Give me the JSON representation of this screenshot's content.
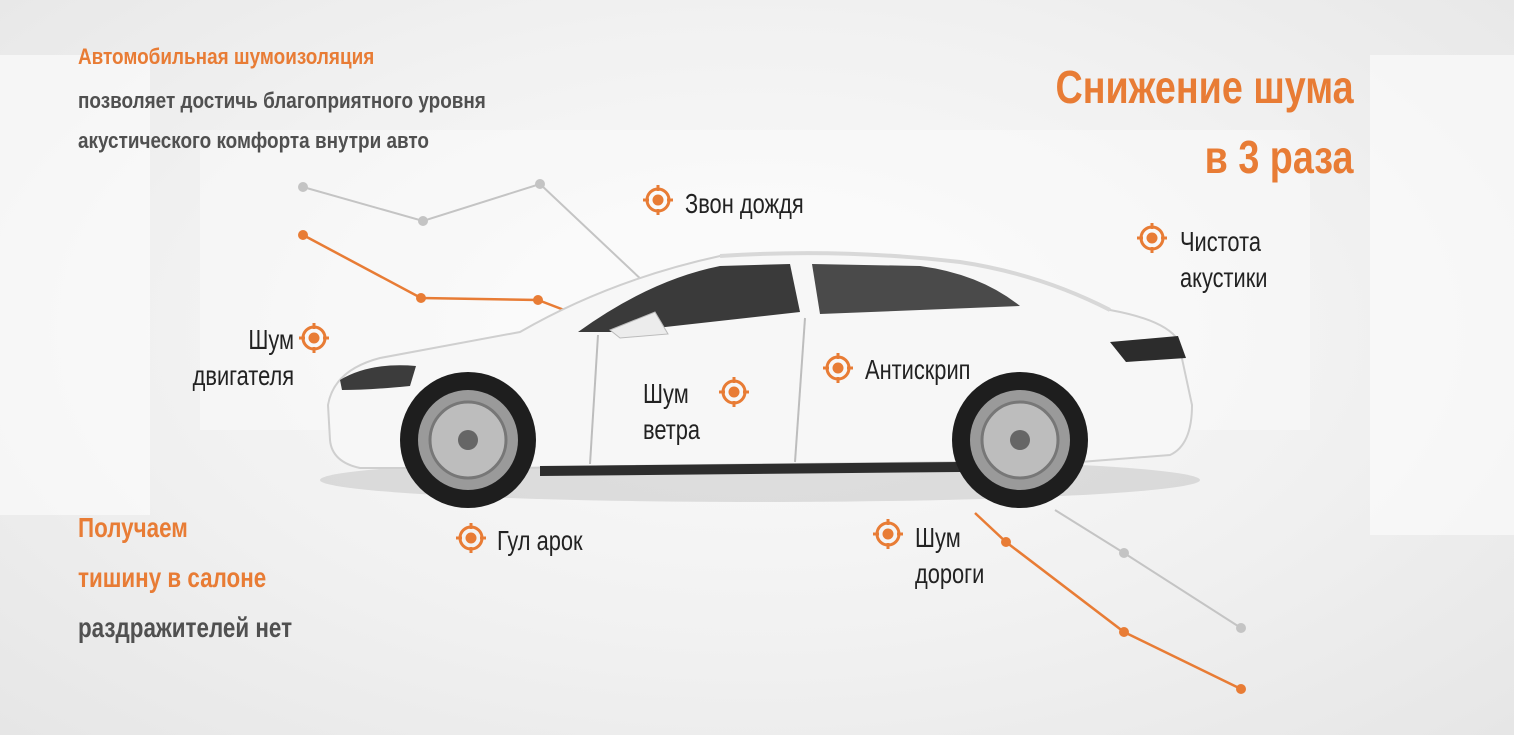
{
  "intro": {
    "line1": "Автомобильная шумоизоляция",
    "line2": "позволяет достичь благоприятного уровня",
    "line3": "акустического комфорта внутри авто"
  },
  "headline": {
    "line1": "Снижение шума",
    "line2": "в 3 раза"
  },
  "callouts": {
    "rain": "Звон дождя",
    "acoustics_1": "Чистота",
    "acoustics_2": "акустики",
    "engine_1": "Шум",
    "engine_2": "двигателя",
    "wind_1": "Шум",
    "wind_2": "ветра",
    "squeak": "Антискрип",
    "arches": "Гул арок",
    "road_1": "Шум",
    "road_2": "дороги"
  },
  "summary": {
    "line1": "Получаем",
    "line2": "тишину в салоне",
    "line3": "раздражителей нет"
  },
  "colors": {
    "accent": "#e87c35",
    "text_dark": "#505050",
    "line_grey": "#c4c4c4"
  },
  "icons": {
    "target": "target-icon",
    "car": "car-illustration"
  }
}
